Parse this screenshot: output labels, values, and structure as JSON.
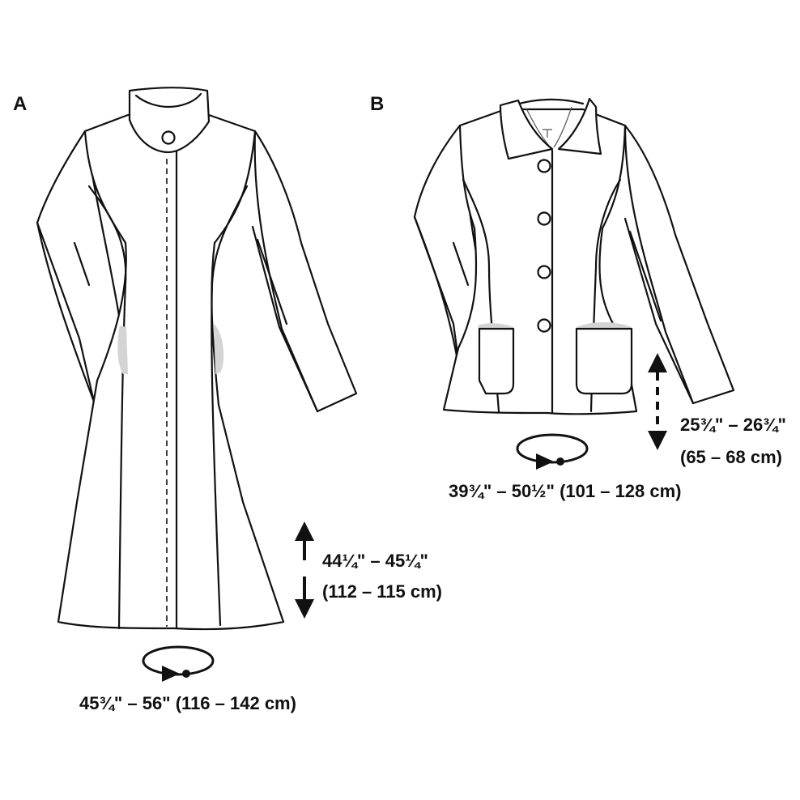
{
  "views": [
    {
      "letter": "A",
      "length_line1": "44¼\" – 45¼\"",
      "length_line2": "(112 – 115 cm)",
      "width": "45¾\" – 56\" (116 – 142 cm)"
    },
    {
      "letter": "B",
      "length_line1": "25¾\" – 26¾\"",
      "length_line2": "(65 – 68 cm)",
      "width": "39¾\" – 50½\" (101 – 128 cm)"
    }
  ],
  "colors": {
    "line": "#111111",
    "pocket_shadow": "#d4d4d4"
  }
}
